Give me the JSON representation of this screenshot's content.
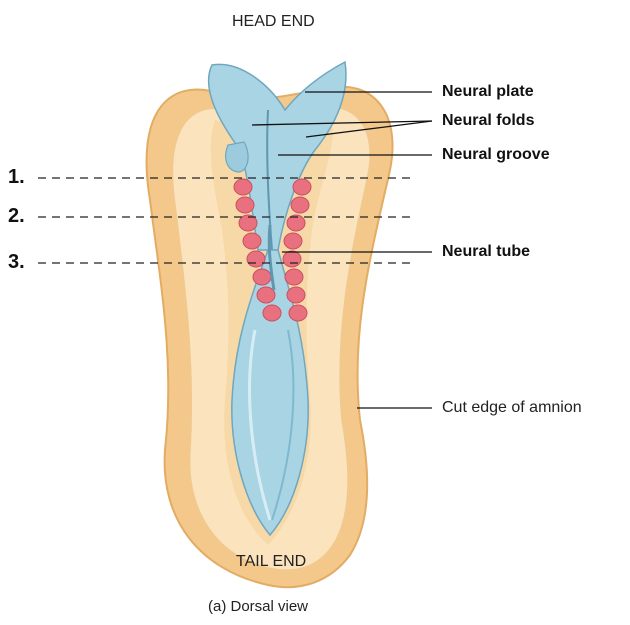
{
  "head_end": "HEAD END",
  "tail_end": "TAIL END",
  "caption": "(a) Dorsal view",
  "labels": {
    "neural_plate": "Neural plate",
    "neural_folds": "Neural folds",
    "neural_groove": "Neural groove",
    "neural_tube": "Neural tube",
    "amnion": "Cut edge of amnion"
  },
  "section_markers": [
    "1.",
    "2.",
    "3."
  ],
  "colors": {
    "amnion_outer": "#f3c88a",
    "amnion_inner": "#fbe3bd",
    "neural_tissue": "#a9d4e4",
    "neural_tissue_dark": "#7fb9d0",
    "somites": "#e9707e"
  }
}
